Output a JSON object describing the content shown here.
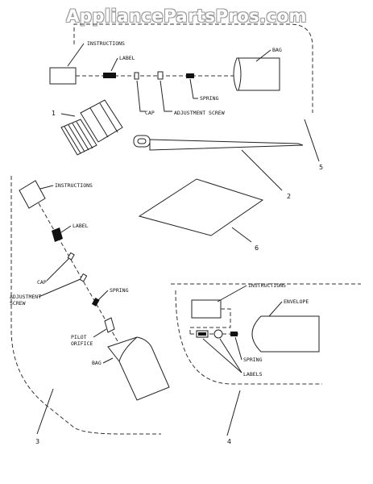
{
  "watermark": "AppliancePartsPros.com",
  "labels": {
    "instructions_top": "INSTRUCTIONS",
    "label_top": "LABEL",
    "bag_top": "BAG",
    "spring_top": "SPRING",
    "cap_top": "CAP",
    "adjustment_screw_top": "ADJUSTMENT SCREW",
    "instructions_left": "INSTRUCTIONS",
    "label_left": "LABEL",
    "cap_left": "CAP",
    "adjustment_left_1": "ADJUSTMENT",
    "adjustment_left_2": "SCREW",
    "spring_left": "SPRING",
    "pilot_1": "PILOT",
    "pilot_2": "ORIFICE",
    "bag_left": "BAG",
    "instructions_right": "INSTRUCTIONS",
    "envelope": "ENVELOPE",
    "spring_right": "SPRING",
    "labels_right": "LABELS"
  },
  "callouts": {
    "n1": "1",
    "n2": "2",
    "n3": "3",
    "n4": "4",
    "n5": "5",
    "n6": "6"
  }
}
